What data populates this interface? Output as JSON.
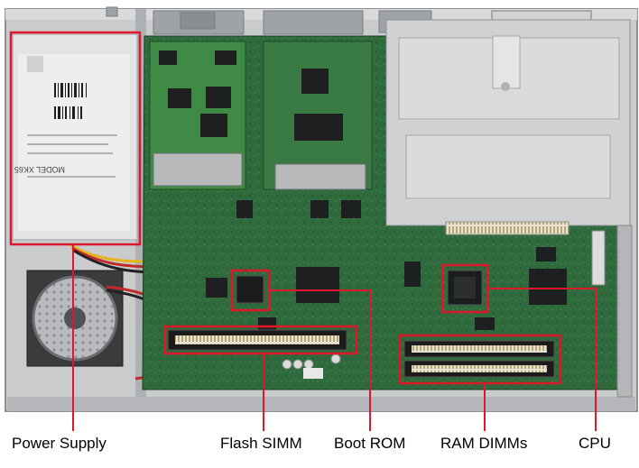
{
  "callouts": {
    "power_supply": "Power Supply",
    "flash_simm": "Flash SIMM",
    "boot_rom": "Boot ROM",
    "ram_dimms": "RAM DIMMs",
    "cpu": "CPU"
  },
  "colors": {
    "highlight": "#e0162b",
    "board_green": "#2f6a3c",
    "chassis": "#c9cbcd"
  },
  "psu_label_text": "MODEL XK65"
}
